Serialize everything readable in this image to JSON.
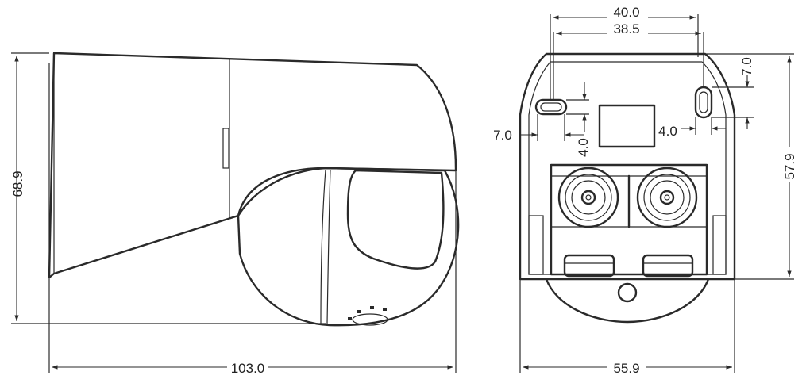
{
  "drawing": {
    "line_color": "#2a2a2a",
    "background": "#ffffff"
  },
  "side_view": {
    "dimensions": {
      "height": "68.9",
      "length": "103.0"
    }
  },
  "front_view": {
    "dimensions": {
      "outer_width": "40.0",
      "hole_spacing": "38.5",
      "right_hole_offset": "7.0",
      "left_hole_offset": "7.0",
      "hole_height_left": "4.0",
      "hole_height_right": "4.0",
      "body_height": "57.9",
      "base_width": "55.9"
    }
  }
}
